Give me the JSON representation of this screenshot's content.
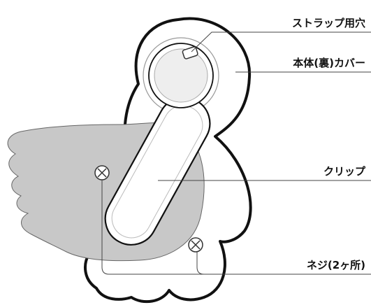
{
  "diagram": {
    "callouts": [
      {
        "id": "strap-hole",
        "label": "ストラップ用穴"
      },
      {
        "id": "body-cover",
        "label": "本体(裏)カバー"
      },
      {
        "id": "clip",
        "label": "クリップ"
      },
      {
        "id": "screws",
        "label": "ネジ(2ヶ所)"
      }
    ],
    "colors": {
      "outline": "#111111",
      "leader_line": "#444444",
      "hand": "#c8c8c8",
      "hand_outline": "#666666",
      "clip_fill": "#ffffff",
      "inner_ring": "#eeeeee"
    },
    "icons": [
      "screw-icon",
      "screw-icon"
    ]
  }
}
